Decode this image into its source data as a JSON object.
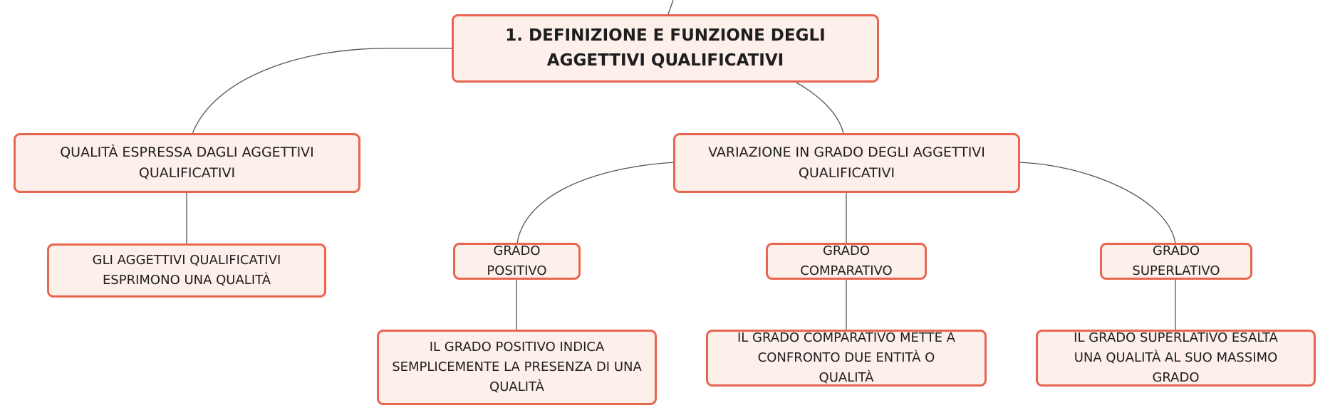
{
  "nodes": {
    "root": "1. DEFINIZIONE E FUNZIONE DEGLI AGGETTIVI QUALIFICATIVI",
    "quality": "QUALITÀ ESPRESSA DAGLI AGGETTIVI QUALIFICATIVI",
    "quality_child": "GLI AGGETTIVI QUALIFICATIVI ESPRIMONO UNA QUALITÀ",
    "variation": "VARIAZIONE IN GRADO DEGLI AGGETTIVI QUALIFICATIVI",
    "positive": "GRADO POSITIVO",
    "positive_child": "IL GRADO POSITIVO INDICA SEMPLICEMENTE LA PRESENZA DI UNA QUALITÀ",
    "comparative": "GRADO COMPARATIVO",
    "comparative_child": "IL GRADO COMPARATIVO METTE A CONFRONTO DUE ENTITÀ O QUALITÀ",
    "superlative": "GRADO SUPERLATIVO",
    "superlative_child": "IL GRADO SUPERLATIVO ESALTA UNA QUALITÀ AL SUO MASSIMO GRADO"
  },
  "colors": {
    "node_fill": "#fdefea",
    "node_border": "#e8654f",
    "connector": "#555555",
    "text": "#1e1e1e"
  }
}
